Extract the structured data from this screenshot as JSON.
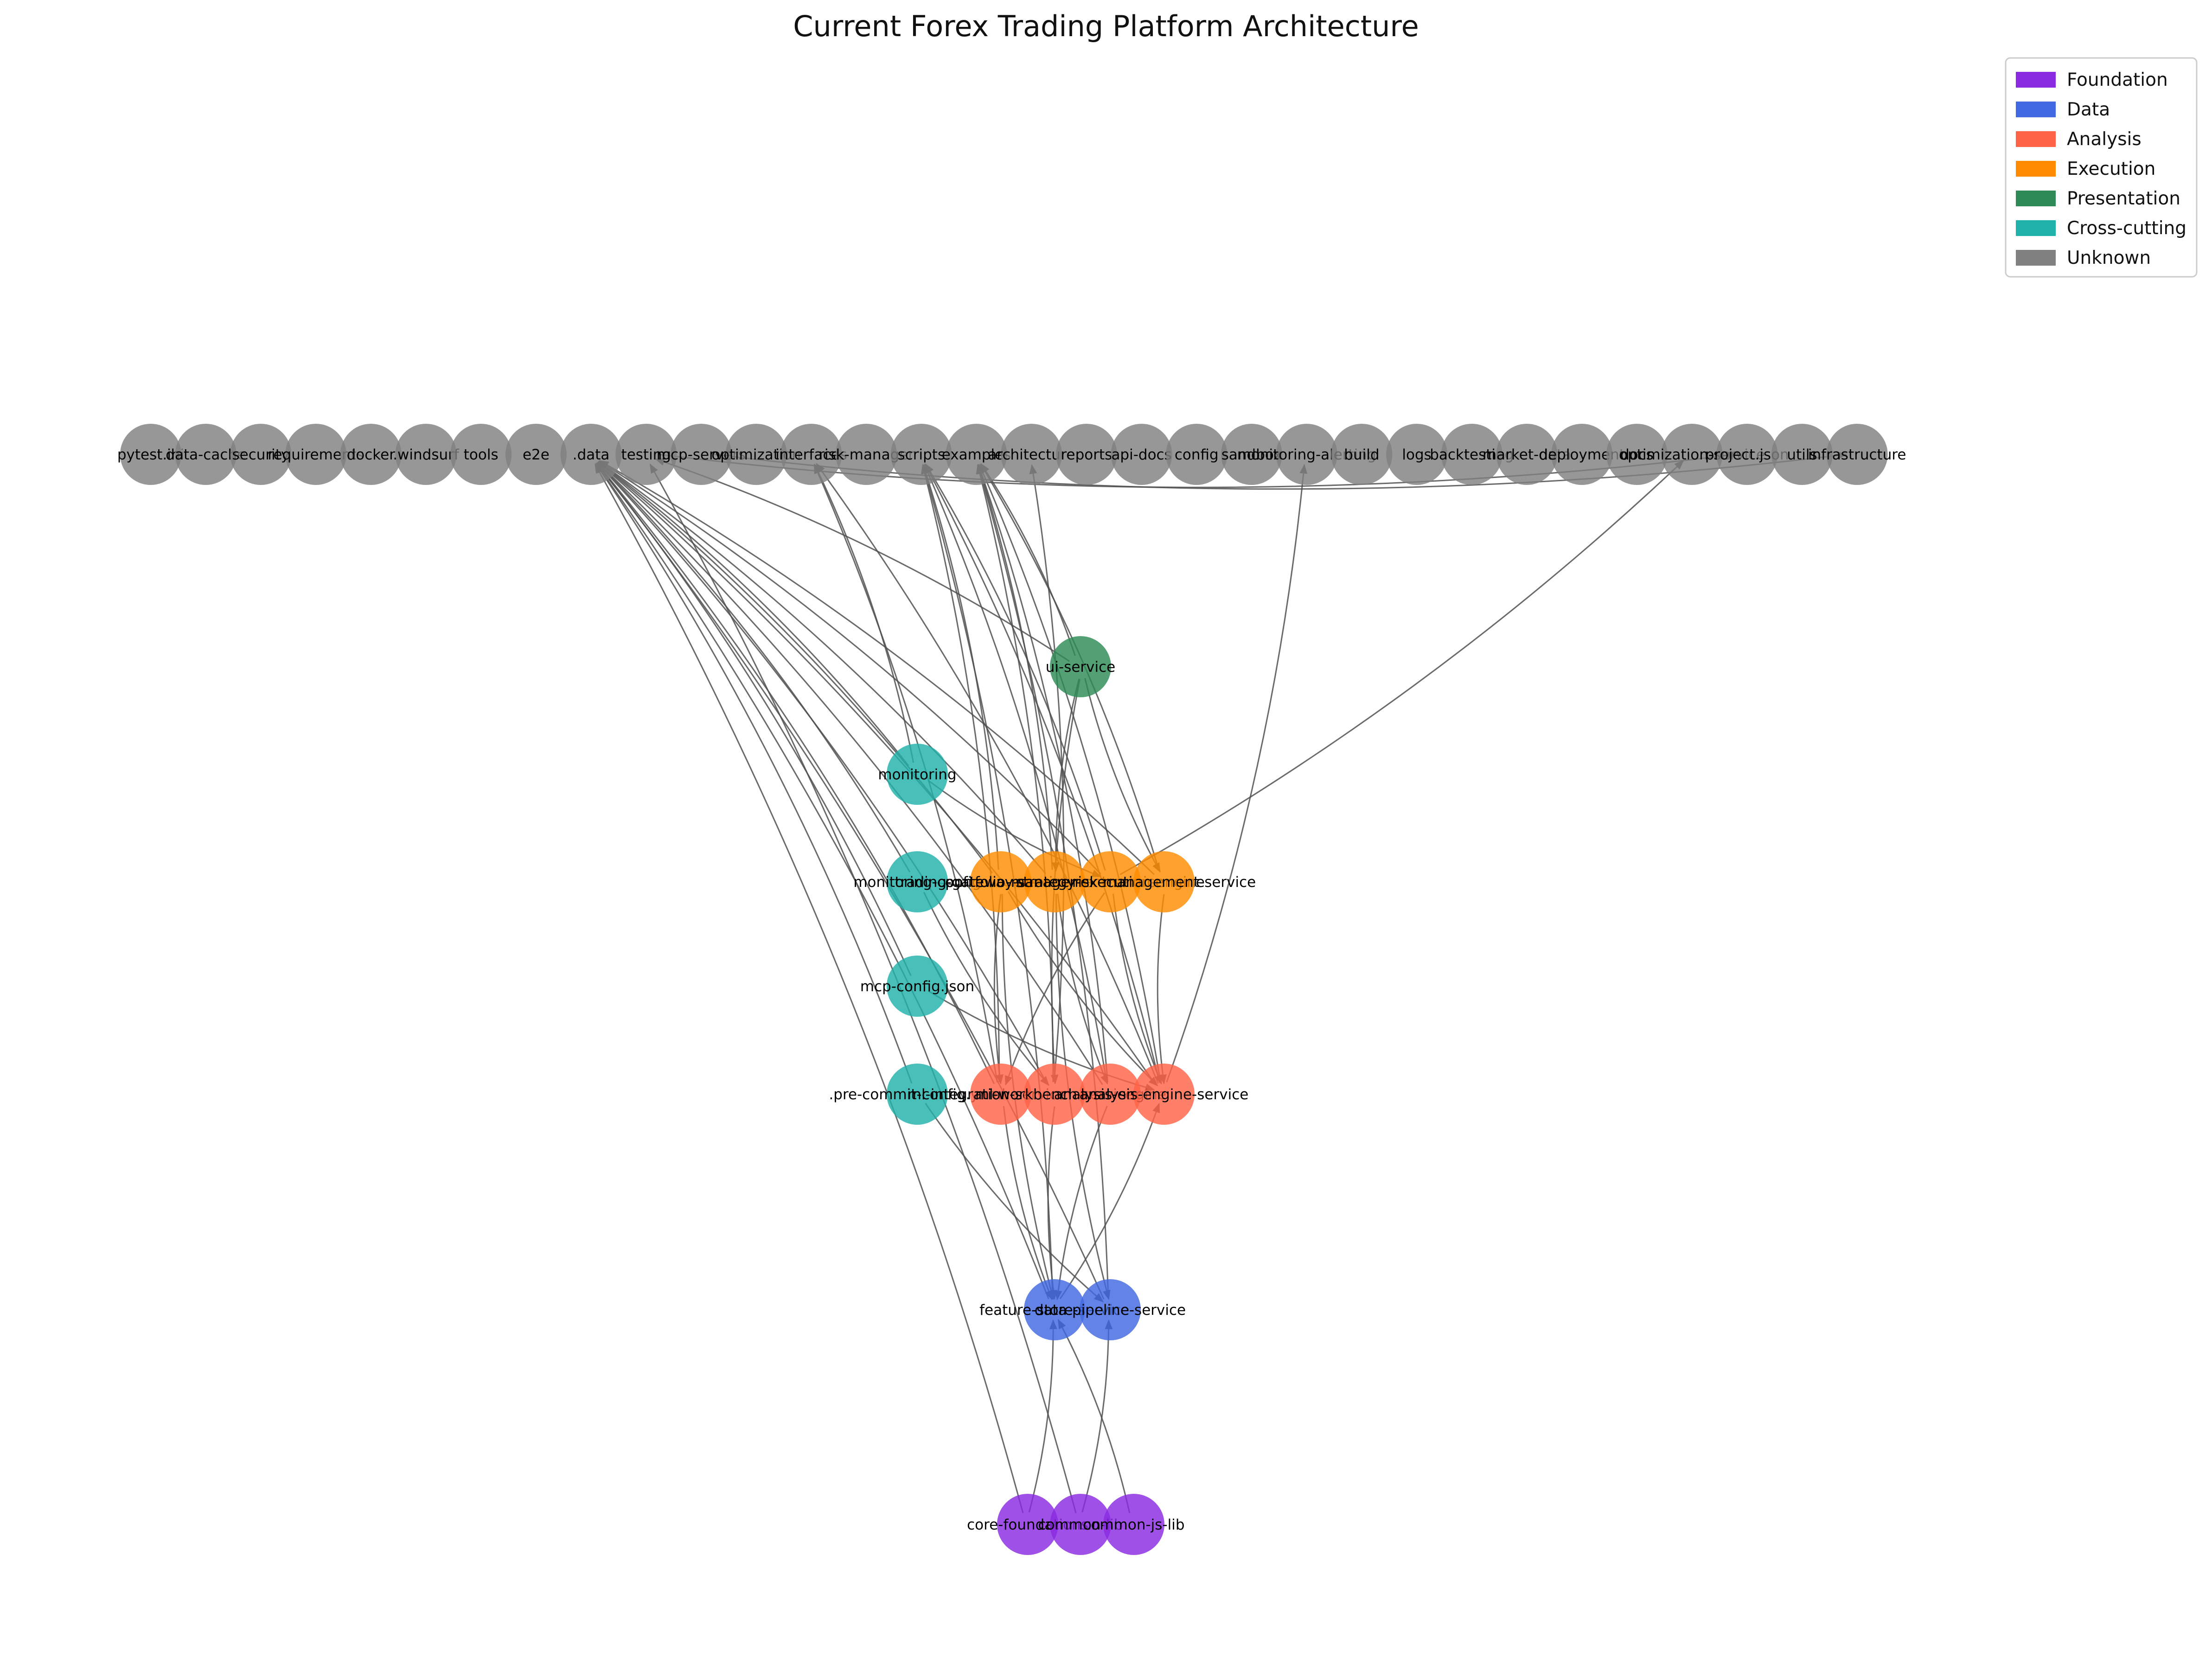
{
  "title": "Current Forex Trading Platform Architecture",
  "colors": {
    "Foundation": "#8a2be2",
    "Data": "#4169e1",
    "Analysis": "#ff6347",
    "Execution": "#ff8c00",
    "Presentation": "#2e8b57",
    "Cross-cutting": "#20b2aa",
    "Unknown": "#808080"
  },
  "legend": [
    {
      "label": "Foundation",
      "key": "Foundation"
    },
    {
      "label": "Data",
      "key": "Data"
    },
    {
      "label": "Analysis",
      "key": "Analysis"
    },
    {
      "label": "Execution",
      "key": "Execution"
    },
    {
      "label": "Presentation",
      "key": "Presentation"
    },
    {
      "label": "Cross-cutting",
      "key": "Cross-cutting"
    },
    {
      "label": "Unknown",
      "key": "Unknown"
    }
  ],
  "nodes": [
    {
      "id": "u1",
      "label": "pytest.ini",
      "group": "Unknown"
    },
    {
      "id": "u2",
      "label": "data-cache",
      "group": "Unknown"
    },
    {
      "id": "u3",
      "label": "security",
      "group": "Unknown"
    },
    {
      "id": "u4",
      "label": "requirements",
      "group": "Unknown"
    },
    {
      "id": "u5",
      "label": "docker",
      "group": "Unknown"
    },
    {
      "id": "u6",
      "label": ".windsurf",
      "group": "Unknown"
    },
    {
      "id": "u7",
      "label": "tools",
      "group": "Unknown"
    },
    {
      "id": "u8",
      "label": "e2e",
      "group": "Unknown"
    },
    {
      "id": "u9",
      "label": ".data",
      "group": "Unknown"
    },
    {
      "id": "u10",
      "label": "testing",
      "group": "Unknown"
    },
    {
      "id": "u11",
      "label": "mcp-servers",
      "group": "Unknown"
    },
    {
      "id": "u12",
      "label": "optimization",
      "group": "Unknown"
    },
    {
      "id": "u13",
      "label": "interfaces",
      "group": "Unknown"
    },
    {
      "id": "u14",
      "label": "risk-manager",
      "group": "Unknown"
    },
    {
      "id": "u15",
      "label": "scripts",
      "group": "Unknown"
    },
    {
      "id": "u16",
      "label": "examples",
      "group": "Unknown"
    },
    {
      "id": "u17",
      "label": "architecture",
      "group": "Unknown"
    },
    {
      "id": "u18",
      "label": "reports",
      "group": "Unknown"
    },
    {
      "id": "u19",
      "label": "api-docs",
      "group": "Unknown"
    },
    {
      "id": "u20",
      "label": "config",
      "group": "Unknown"
    },
    {
      "id": "u21",
      "label": "sandbox",
      "group": "Unknown"
    },
    {
      "id": "u22",
      "label": "monitoring-alerting",
      "group": "Unknown"
    },
    {
      "id": "u23",
      "label": "build",
      "group": "Unknown"
    },
    {
      "id": "u24",
      "label": "logs",
      "group": "Unknown"
    },
    {
      "id": "u25",
      "label": "backtesting",
      "group": "Unknown"
    },
    {
      "id": "u26",
      "label": "market-data",
      "group": "Unknown"
    },
    {
      "id": "u27",
      "label": "deployment",
      "group": "Unknown"
    },
    {
      "id": "u28",
      "label": "docs",
      "group": "Unknown"
    },
    {
      "id": "u29",
      "label": "optimization-service",
      "group": "Unknown"
    },
    {
      "id": "u30",
      "label": "project.json",
      "group": "Unknown"
    },
    {
      "id": "u31",
      "label": "utils",
      "group": "Unknown"
    },
    {
      "id": "u32",
      "label": "infrastructure",
      "group": "Unknown"
    },
    {
      "id": "ui",
      "label": "ui-service",
      "group": "Presentation"
    },
    {
      "id": "mon",
      "label": "monitoring",
      "group": "Cross-cutting"
    },
    {
      "id": "mcfg",
      "label": "monitoring-config",
      "group": "Cross-cutting"
    },
    {
      "id": "mcp",
      "label": "mcp-config.json",
      "group": "Cross-cutting"
    },
    {
      "id": "pre",
      "label": ".pre-commit-config.yaml",
      "group": "Cross-cutting"
    },
    {
      "id": "e1",
      "label": "trading-gateway-service",
      "group": "Execution"
    },
    {
      "id": "e2",
      "label": "portfolio-management-service",
      "group": "Execution"
    },
    {
      "id": "e3",
      "label": "strategy-execution-engine",
      "group": "Execution"
    },
    {
      "id": "e4",
      "label": "risk-management-service",
      "group": "Execution"
    },
    {
      "id": "a1",
      "label": "ml-integration-service",
      "group": "Analysis"
    },
    {
      "id": "a2",
      "label": "ml-workbench-service",
      "group": "Analysis"
    },
    {
      "id": "a3",
      "label": "analysis-engine",
      "group": "Analysis"
    },
    {
      "id": "a4",
      "label": "analysis-engine-service",
      "group": "Analysis"
    },
    {
      "id": "d1",
      "label": "feature-store-service",
      "group": "Data"
    },
    {
      "id": "d2",
      "label": "data-pipeline-service",
      "group": "Data"
    },
    {
      "id": "f1",
      "label": "core-foundations",
      "group": "Foundation"
    },
    {
      "id": "f2",
      "label": "common-lib",
      "group": "Foundation"
    },
    {
      "id": "f3",
      "label": "common-js-lib",
      "group": "Foundation"
    }
  ],
  "edges": [
    [
      "ui",
      "u10"
    ],
    [
      "ui",
      "e2"
    ],
    [
      "ui",
      "e4"
    ],
    [
      "ui",
      "a2"
    ],
    [
      "ui",
      "u16"
    ],
    [
      "mon",
      "u9"
    ],
    [
      "mon",
      "u13"
    ],
    [
      "mon",
      "e3"
    ],
    [
      "mcfg",
      "u9"
    ],
    [
      "mcfg",
      "a2"
    ],
    [
      "mcfg",
      "e2"
    ],
    [
      "mcp",
      "u9"
    ],
    [
      "mcp",
      "a4"
    ],
    [
      "pre",
      "u9"
    ],
    [
      "pre",
      "d2"
    ],
    [
      "e1",
      "u9"
    ],
    [
      "e1",
      "u15"
    ],
    [
      "e1",
      "a1"
    ],
    [
      "e1",
      "a4"
    ],
    [
      "e1",
      "d1"
    ],
    [
      "e2",
      "u9"
    ],
    [
      "e2",
      "u16"
    ],
    [
      "e2",
      "a3"
    ],
    [
      "e2",
      "d2"
    ],
    [
      "e3",
      "u9"
    ],
    [
      "e3",
      "u15"
    ],
    [
      "e3",
      "a4"
    ],
    [
      "e3",
      "u29"
    ],
    [
      "e3",
      "a1"
    ],
    [
      "e4",
      "u9"
    ],
    [
      "e4",
      "u16"
    ],
    [
      "e4",
      "a4"
    ],
    [
      "a1",
      "u9"
    ],
    [
      "a1",
      "u13"
    ],
    [
      "a1",
      "d1"
    ],
    [
      "a1",
      "u15"
    ],
    [
      "a2",
      "u9"
    ],
    [
      "a2",
      "u16"
    ],
    [
      "a2",
      "d1"
    ],
    [
      "a2",
      "u17"
    ],
    [
      "a3",
      "u9"
    ],
    [
      "a3",
      "u15"
    ],
    [
      "a3",
      "d1"
    ],
    [
      "a3",
      "u16"
    ],
    [
      "a4",
      "u9"
    ],
    [
      "a4",
      "u22"
    ],
    [
      "a4",
      "u15"
    ],
    [
      "a4",
      "u16"
    ],
    [
      "a4",
      "u13"
    ],
    [
      "d1",
      "u9"
    ],
    [
      "d1",
      "u15"
    ],
    [
      "d1",
      "a4"
    ],
    [
      "d2",
      "u9"
    ],
    [
      "d2",
      "u16"
    ],
    [
      "f1",
      "u9"
    ],
    [
      "f1",
      "d1"
    ],
    [
      "f2",
      "d2"
    ],
    [
      "f2",
      "u10"
    ],
    [
      "f3",
      "d1"
    ],
    [
      "u10",
      "u30"
    ],
    [
      "u11",
      "u32"
    ]
  ]
}
